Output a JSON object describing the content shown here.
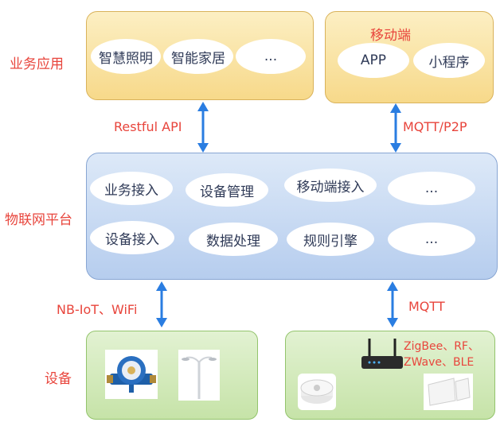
{
  "layers": {
    "business": {
      "label": "业务应用",
      "items": [
        "智慧照明",
        "智能家居",
        "..."
      ]
    },
    "mobile": {
      "title": "移动端",
      "items": [
        "APP",
        "小程序"
      ]
    },
    "platform": {
      "label": "物联网平台",
      "row1": [
        "业务接入",
        "设备管理",
        "移动端接入",
        "..."
      ],
      "row2": [
        "设备接入",
        "数据处理",
        "规则引擎",
        "..."
      ]
    },
    "devices": {
      "label": "设备",
      "protocols": "ZigBee、RF、ZWave、BLE"
    }
  },
  "connections": {
    "restful": "Restful API",
    "mqtt_p2p": "MQTT/P2P",
    "nbiot": "NB-IoT、WiFi",
    "mqtt": "MQTT"
  },
  "colors": {
    "accent_red": "#e8453c",
    "arrow_blue": "#2a7de1"
  }
}
